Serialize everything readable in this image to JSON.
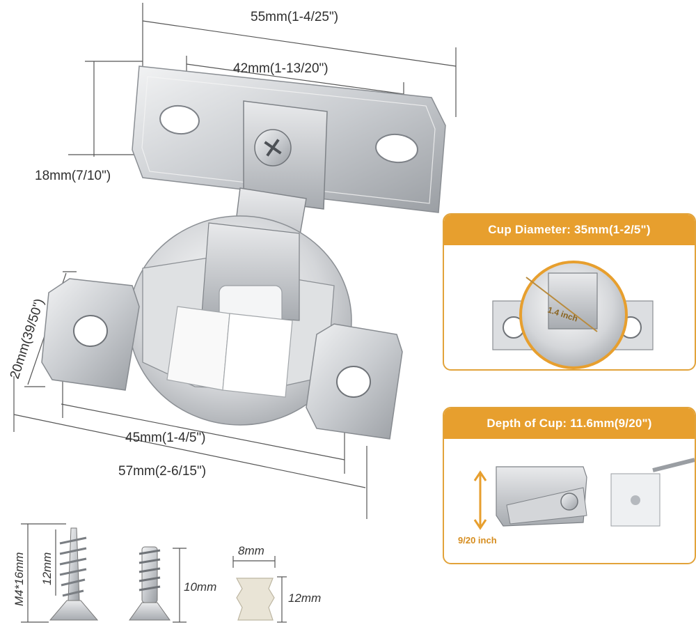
{
  "dimensions": {
    "top_width": "55mm(1-4/25\")",
    "top_hole_spacing": "42mm(1-13/20\")",
    "arm_height": "18mm(7/10\")",
    "base_height": "20mm(39/50\")",
    "base_hole_spacing": "45mm(1-4/5\")",
    "base_width": "57mm(2-6/15\")"
  },
  "cup_diameter_card": {
    "title": "Cup Diameter: 35mm(1-2/5\")",
    "inner_label": "1.4 inch"
  },
  "cup_depth_card": {
    "title": "Depth of Cup: 11.6mm(9/20\")",
    "depth_label": "9/20 inch"
  },
  "hardware": {
    "wood_screw_size": "M4*16mm",
    "wood_screw_thread": "12mm",
    "euro_screw_length": "10mm",
    "dowel_width": "8mm",
    "dowel_length": "12mm"
  },
  "colors": {
    "accent": "#e79f2e",
    "metal": "#c9ccd0",
    "dowel": "#e9e4d6"
  }
}
